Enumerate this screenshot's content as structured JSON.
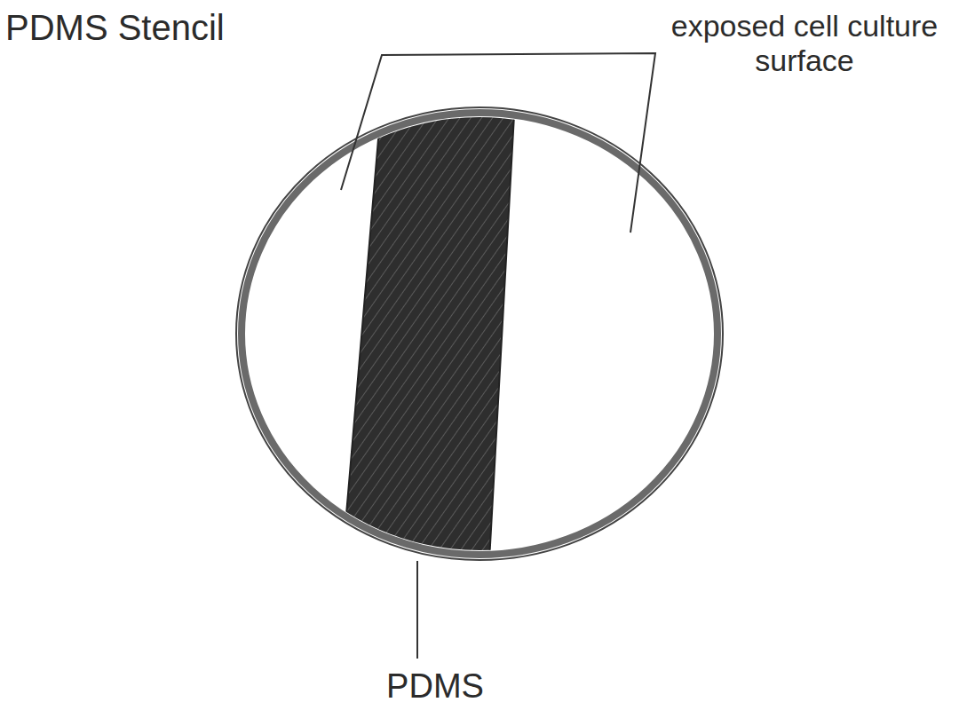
{
  "diagram": {
    "title": "PDMS Stencil",
    "labels": [
      "exposed cell culture surface",
      "PDMS"
    ]
  }
}
